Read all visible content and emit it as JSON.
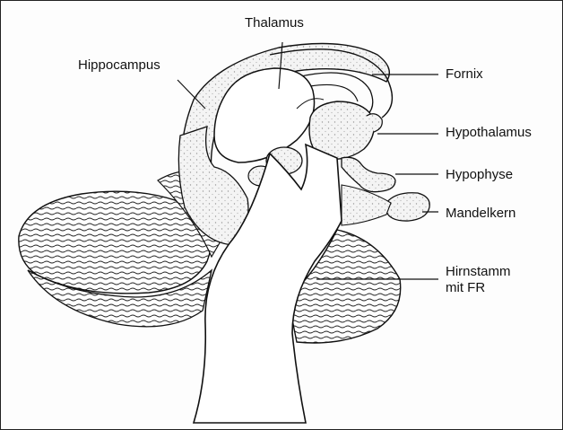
{
  "diagram": {
    "labels": {
      "thalamus": "Thalamus",
      "hippocampus": "Hippocampus",
      "fornix": "Fornix",
      "hypothalamus": "Hypothalamus",
      "hypophyse": "Hypophyse",
      "mandelkern": "Mandelkern",
      "hirnstamm_line1": "Hirnstamm",
      "hirnstamm_line2": "mit FR"
    }
  }
}
